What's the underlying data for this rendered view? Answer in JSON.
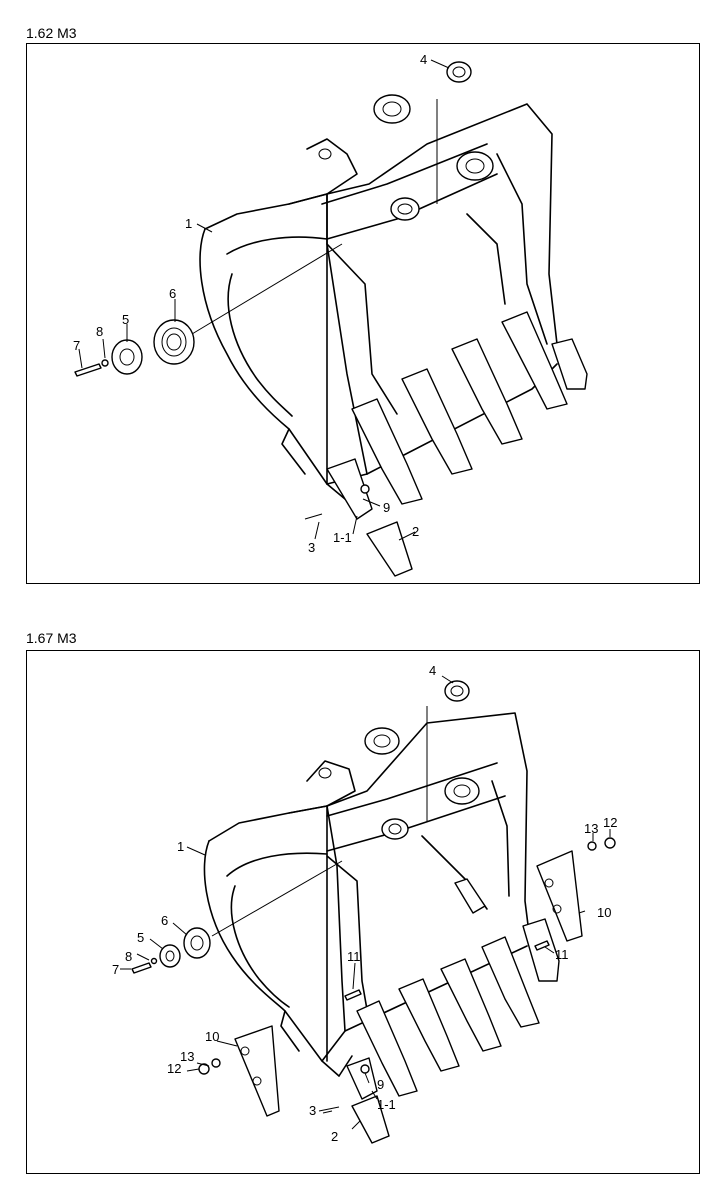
{
  "sections": [
    {
      "title": "1.62 M3",
      "callouts": [
        "1",
        "1-1",
        "2",
        "3",
        "4",
        "5",
        "6",
        "7",
        "8",
        "9"
      ]
    },
    {
      "title": "1.67 M3",
      "callouts": [
        "1",
        "1-1",
        "2",
        "3",
        "4",
        "5",
        "6",
        "7",
        "8",
        "9",
        "10",
        "10",
        "11",
        "11",
        "12",
        "12",
        "13",
        "13"
      ]
    }
  ]
}
